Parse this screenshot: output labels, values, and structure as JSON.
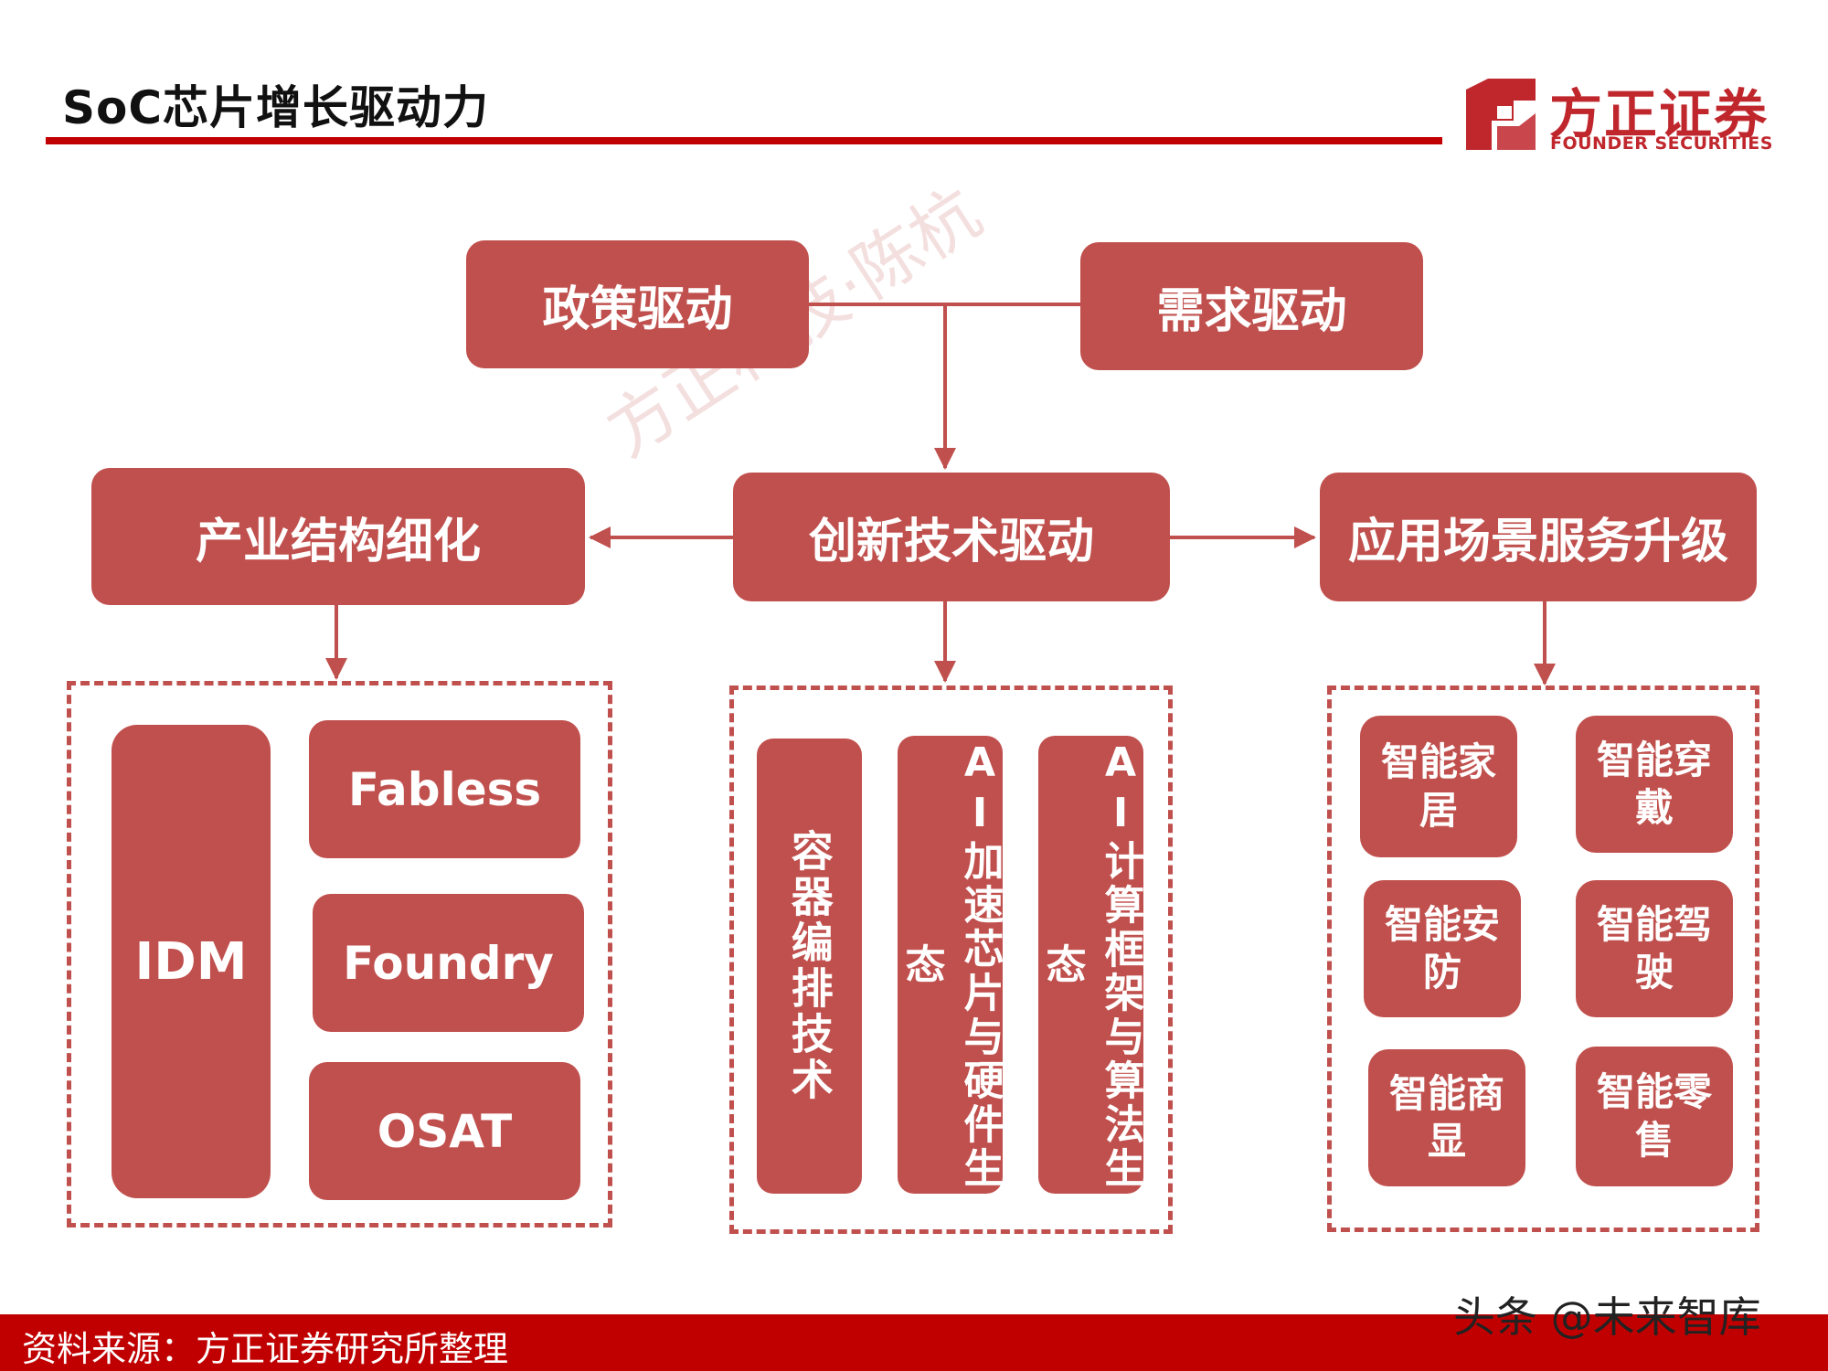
{
  "header": {
    "title": "SoC芯片增长驱动力",
    "logo_cn": "方正证券",
    "logo_en": "FOUNDER SECURITIES"
  },
  "watermark": "方正科技·陈杭",
  "nodes": {
    "policy": "政策驱动",
    "demand": "需求驱动",
    "industry": "产业结构细化",
    "innovation": "创新技术驱动",
    "application": "应用场景服务升级"
  },
  "industry_items": {
    "idm": "IDM",
    "fabless": "Fabless",
    "foundry": "Foundry",
    "osat": "OSAT"
  },
  "tech_items": [
    "容器编排技术",
    "AI加速芯片与硬件生态",
    "AI计算框架与算法生态"
  ],
  "scenario_items": [
    "智能家居",
    "智能穿戴",
    "智能安防",
    "智能驾驶",
    "智能商显",
    "智能零售"
  ],
  "footer": {
    "source": "资料来源：方正证券研究所整理",
    "credit": "头条 @未来智库"
  },
  "colors": {
    "box": "#c0504d",
    "brand": "#c00000",
    "logo": "#c0272d"
  },
  "icons": {
    "logo": "founder-logo-icon"
  }
}
